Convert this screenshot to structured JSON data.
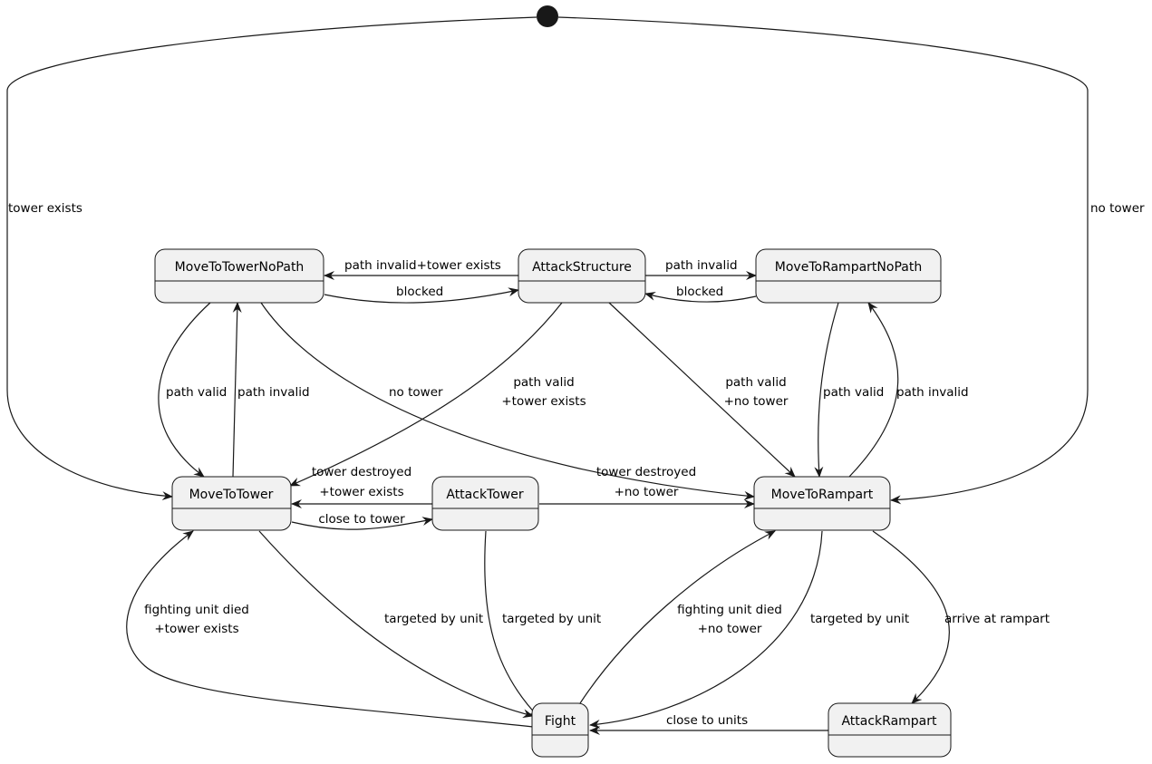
{
  "states": {
    "move_to_tower_no_path": "MoveToTowerNoPath",
    "attack_structure": "AttackStructure",
    "move_to_rampart_no_path": "MoveToRampartNoPath",
    "move_to_tower": "MoveToTower",
    "attack_tower": "AttackTower",
    "move_to_rampart": "MoveToRampart",
    "fight": "Fight",
    "attack_rampart": "AttackRampart"
  },
  "transitions": {
    "tower_exists": "tower exists",
    "no_tower": "no tower",
    "path_invalid_tower_exists": "path invalid+tower exists",
    "blocked_left": "blocked",
    "path_invalid_right": "path invalid",
    "blocked_right": "blocked",
    "path_valid_left": "path valid",
    "path_invalid_left": "path invalid",
    "no_tower_diag": "no tower",
    "path_valid_tower_exists_1": "path valid",
    "path_valid_tower_exists_2": "+tower exists",
    "path_valid_no_tower_1": "path valid",
    "path_valid_no_tower_2": "+no tower",
    "path_valid_right": "path valid",
    "path_invalid_rampart": "path invalid",
    "tower_destroyed_exists_1": "tower destroyed",
    "tower_destroyed_exists_2": "+tower exists",
    "tower_destroyed_no_1": "tower destroyed",
    "tower_destroyed_no_2": "+no tower",
    "close_to_tower": "close to tower",
    "fighting_died_exists_1": "fighting unit died",
    "fighting_died_exists_2": "+tower exists",
    "targeted_1": "targeted by unit",
    "targeted_2": "targeted by unit",
    "fighting_died_no_1": "fighting unit died",
    "fighting_died_no_2": "+no tower",
    "targeted_3": "targeted by unit",
    "arrive_at_rampart": "arrive at rampart",
    "close_to_units": "close to units"
  }
}
